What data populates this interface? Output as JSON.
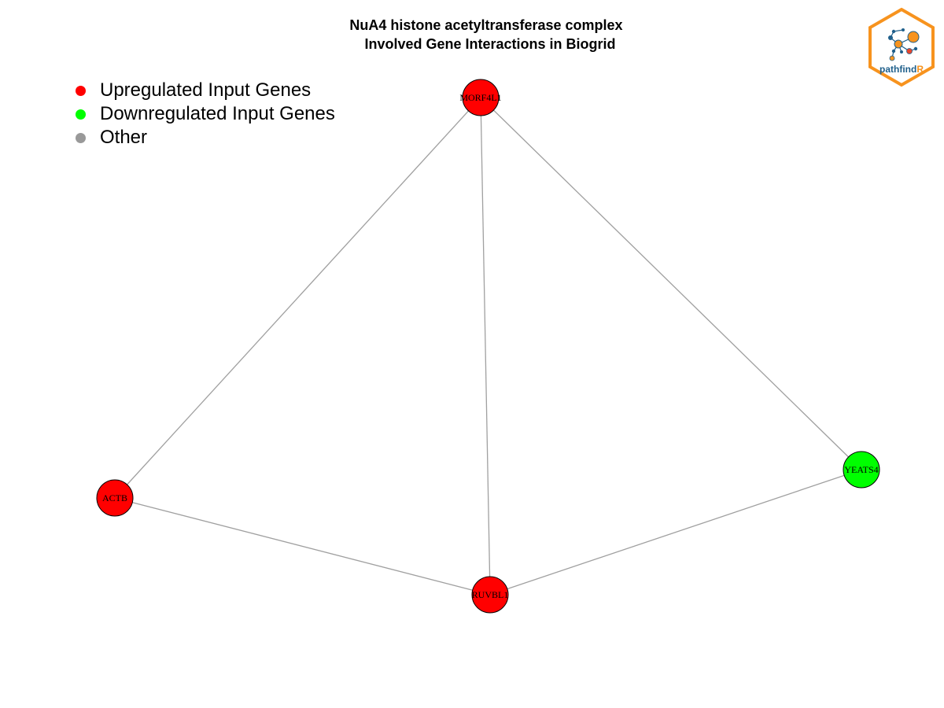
{
  "title": {
    "line1": "NuA4 histone acetyltransferase complex",
    "line2": "  Involved Gene Interactions in Biogrid"
  },
  "legend": {
    "items": [
      {
        "label": "Upregulated Input Genes",
        "color": "#FF0000"
      },
      {
        "label": "Downregulated Input Genes",
        "color": "#00FF00"
      },
      {
        "label": "Other",
        "color": "#999999"
      }
    ]
  },
  "network": {
    "nodes": [
      {
        "id": "MORF4L1",
        "label": "MORF4L1",
        "status": "upregulated"
      },
      {
        "id": "ACTB",
        "label": "ACTB",
        "status": "upregulated"
      },
      {
        "id": "RUVBL1",
        "label": "RUVBL1",
        "status": "upregulated"
      },
      {
        "id": "YEATS4",
        "label": "YEATS4",
        "status": "downregulated"
      }
    ],
    "edges": [
      {
        "source": "MORF4L1",
        "target": "ACTB"
      },
      {
        "source": "MORF4L1",
        "target": "RUVBL1"
      },
      {
        "source": "MORF4L1",
        "target": "YEATS4"
      },
      {
        "source": "ACTB",
        "target": "RUVBL1"
      },
      {
        "source": "RUVBL1",
        "target": "YEATS4"
      }
    ],
    "colors": {
      "upregulated": "#FF0000",
      "downregulated": "#00FF00",
      "other": "#999999",
      "edge": "#A0A0A0"
    }
  },
  "logo": {
    "text_main": "pathfind",
    "text_accent": "R",
    "border_color": "#F7931E",
    "text_color": "#1F5F8B"
  }
}
